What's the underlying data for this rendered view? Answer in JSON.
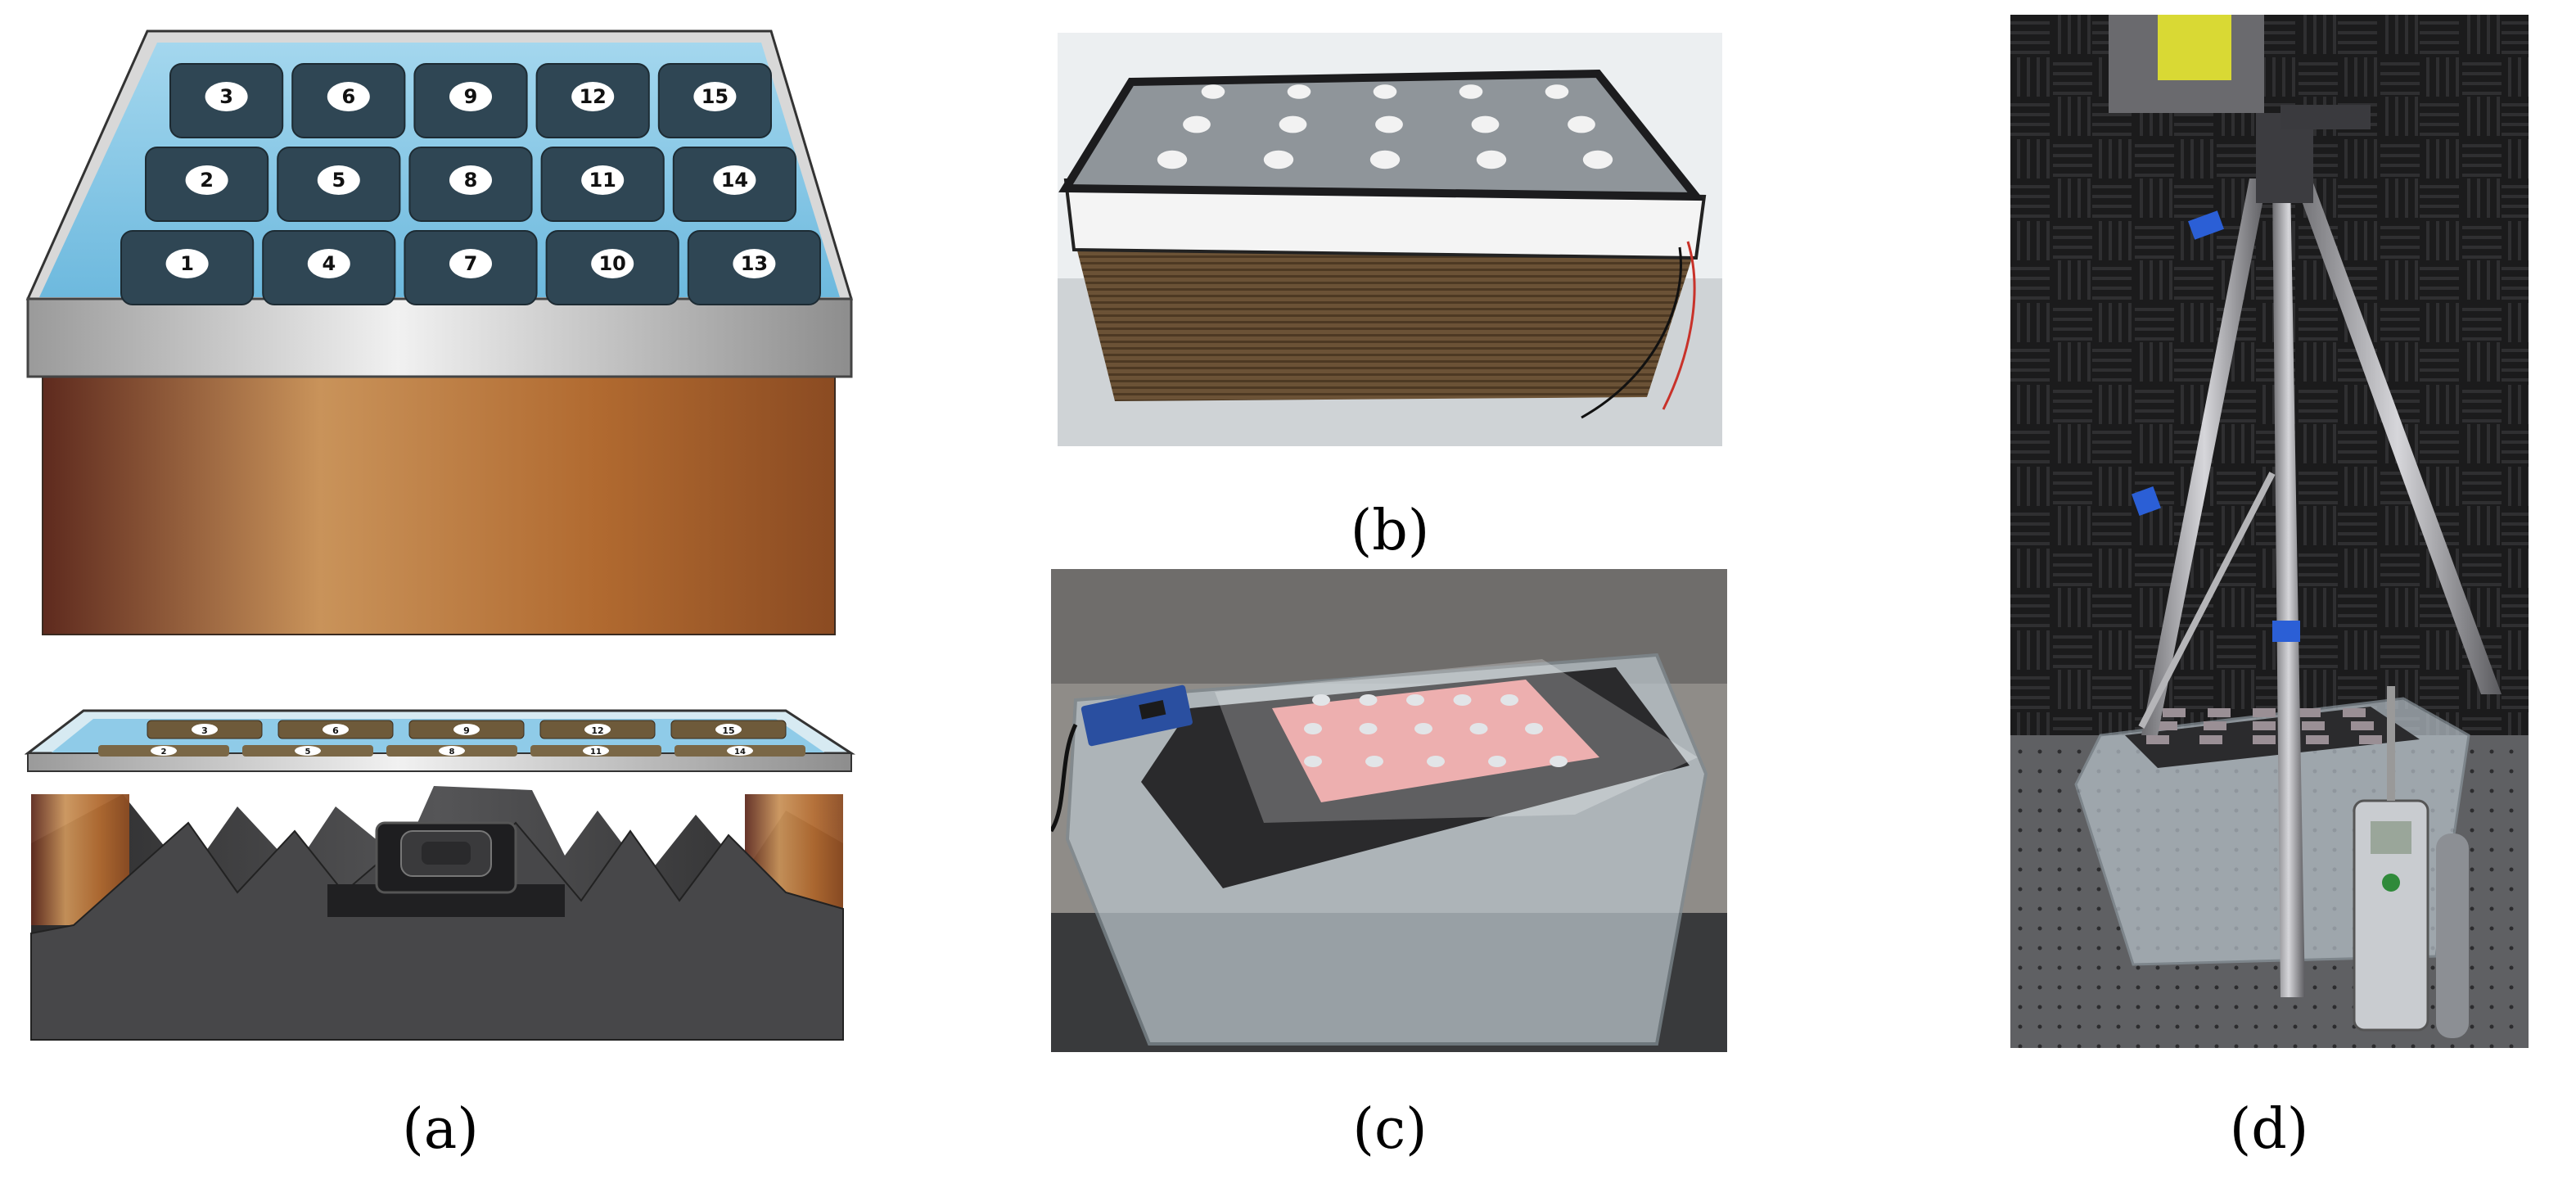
{
  "captions": {
    "a": "(a)",
    "b": "(b)",
    "c": "(c)",
    "d": "(d)"
  },
  "top_cells": [
    [
      "3",
      "6",
      "9",
      "12",
      "15"
    ],
    [
      "2",
      "5",
      "8",
      "11",
      "14"
    ],
    [
      "1",
      "4",
      "7",
      "10",
      "13"
    ]
  ],
  "section_cells": {
    "back": [
      "3",
      "6",
      "9",
      "12",
      "15"
    ],
    "front": [
      "2",
      "5",
      "8",
      "11",
      "14"
    ]
  },
  "panel_b_dots": [
    5,
    5,
    5
  ],
  "panel_c_dots": [
    5,
    5,
    5
  ],
  "panel_d_grid": [
    5,
    5,
    5
  ],
  "colors": {
    "water": "#86c8e6",
    "cell": "#2f4654",
    "metal_frame": "#c6c6c6",
    "copper_box": "#b66d33",
    "foam": "#3d3d3f",
    "pink_pad": "#e79494"
  }
}
